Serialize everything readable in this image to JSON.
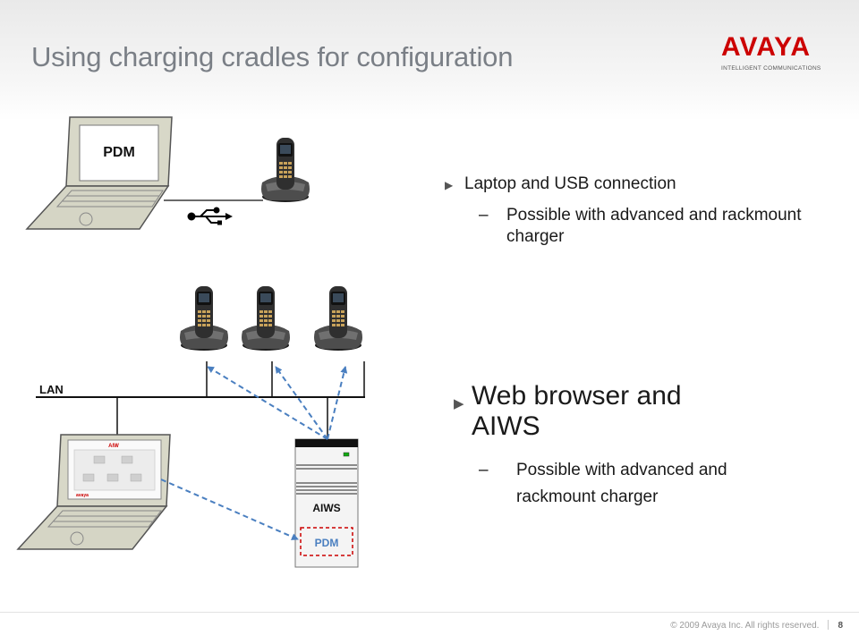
{
  "slide": {
    "title": "Using charging cradles for configuration"
  },
  "logo": {
    "brand": "AVAYA",
    "tagline": "INTELLIGENT COMMUNICATIONS"
  },
  "bullets": [
    {
      "text": "Laptop and USB connection",
      "sub": "Possible with advanced and rackmount charger"
    },
    {
      "text": "Web browser and AIWS",
      "sub": "Possible with advanced and rackmount charger"
    }
  ],
  "diagram": {
    "laptop_top_screen": "PDM",
    "lan_label": "LAN",
    "aiw_screen_title": "AIW",
    "aiw_screen_brand": "avaya",
    "server_label": "AIWS",
    "server_inner_label": "PDM",
    "usb_icon": "usb-icon",
    "colors": {
      "brand_red": "#cc0000",
      "dashed_arrow": "#4a7fc0",
      "pdm_box_border": "#cc0000",
      "laptop_body": "#d9d9c9",
      "laptop_outline": "#555555"
    }
  },
  "footer": {
    "copyright": "© 2009 Avaya Inc. All rights reserved.",
    "page_number": "8"
  }
}
